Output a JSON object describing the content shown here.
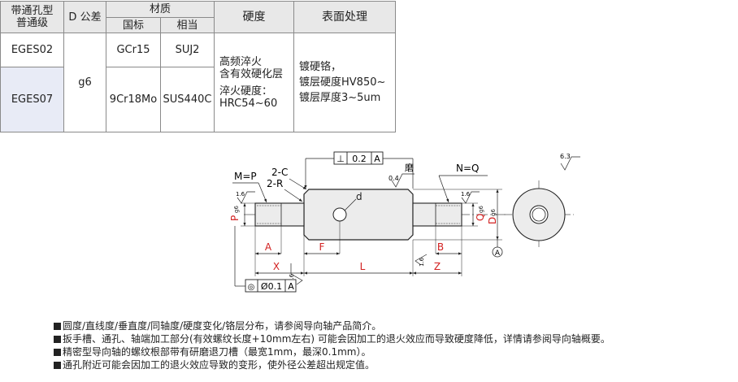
{
  "table": {
    "h_part_1": "带通孔型",
    "h_part_2": "普通级",
    "h_tol": "D 公差",
    "h_material": "材质",
    "h_mat_cn": "国标",
    "h_mat_eq": "相当",
    "h_hardness": "硬度",
    "h_surface": "表面处理",
    "rows": [
      {
        "part": "EGES02",
        "mat_cn": "GCr15",
        "mat_eq": "SUJ2"
      },
      {
        "part": "EGES07",
        "mat_cn": "9Cr18Mo",
        "mat_eq": "SUS440C"
      }
    ],
    "tol": "g6",
    "hardness_1": "高频淬火",
    "hardness_2": "含有效硬化层",
    "hardness_3": "淬火硬度：",
    "hardness_4": "HRC54~60",
    "surface_1": "镀硬铬，",
    "surface_2": "镀层硬度HV850~",
    "surface_3": "镀层厚度3~5um"
  },
  "drawing": {
    "perp_symbol": "⊥",
    "perp_value": "0.2",
    "datum_a": "A",
    "grind": "磨",
    "rough_04": "0.4",
    "rough_63": "6.3",
    "rough_16": "1.6",
    "m_eq_p": "M=P",
    "c_2": "2-C",
    "r_2": "2-R",
    "n_eq_q": "N=Q",
    "d_hole": "d",
    "p_dim": "P",
    "p_tol": "g6",
    "q_dim": "Q",
    "q_tol": "g6",
    "d_dim": "D",
    "d_tol": "g6",
    "a_dim": "A",
    "f_dim": "F",
    "b_dim": "B",
    "x_dim": "X",
    "l_dim": "L",
    "z_dim": "Z",
    "conc_symbol": "◎",
    "conc_value": "Ø0.1",
    "conc_datum": "A"
  },
  "notes": [
    "圆度/直线度/垂直度/同轴度/硬度变化/铬层分布，请参阅导向轴产品简介。",
    "扳手槽、通孔、轴端加工部分(有效螺纹长度+10mm左右) 可能会因加工的退火效应而导致硬度降低，详情请参阅导向轴概要。",
    "精密型导向轴的螺纹根部带有研磨退刀槽（最宽1mm，最深0.1mm）。",
    "通孔附近可能会因加工的退火效应导致的变形，使外径公差超出规定值。"
  ],
  "colors": {
    "dimension_red": "#d22020",
    "line": "#222222",
    "header_bg": "#e8e8e8",
    "shade_bg": "#e8ebf6"
  }
}
